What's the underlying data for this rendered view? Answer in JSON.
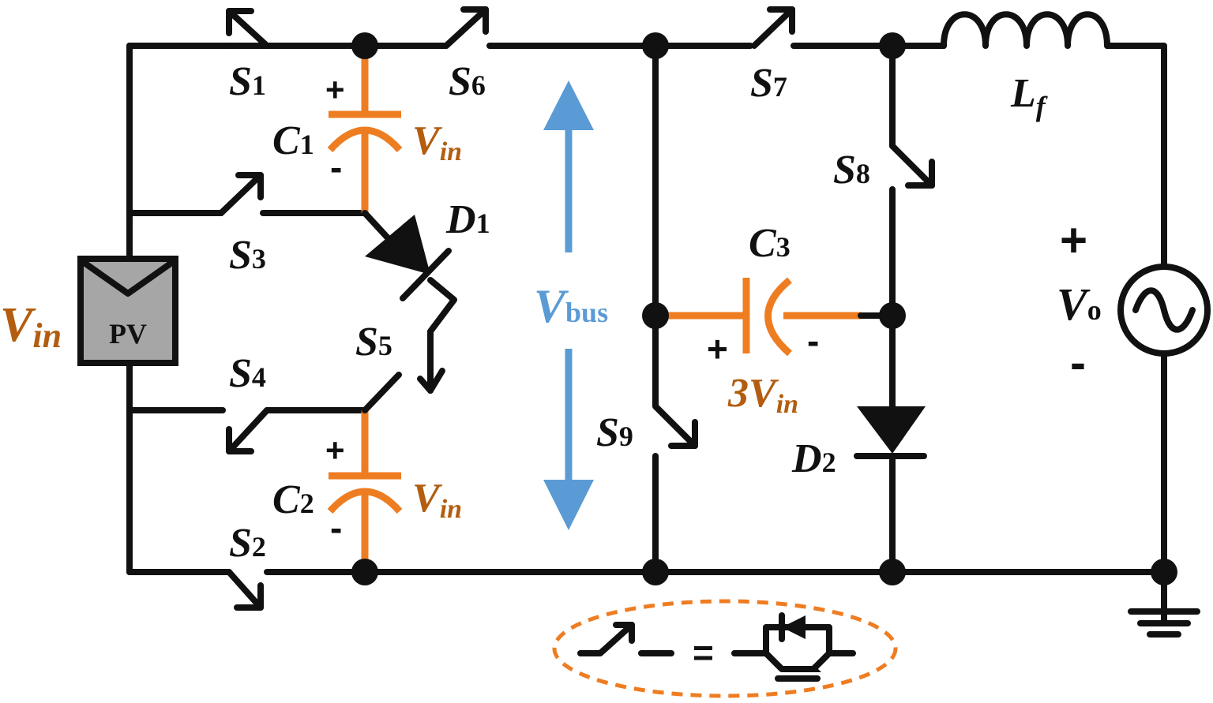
{
  "switches": {
    "s1": {
      "main": "S",
      "sub": "1"
    },
    "s2": {
      "main": "S",
      "sub": "2"
    },
    "s3": {
      "main": "S",
      "sub": "3"
    },
    "s4": {
      "main": "S",
      "sub": "4"
    },
    "s5": {
      "main": "S",
      "sub": "5"
    },
    "s6": {
      "main": "S",
      "sub": "6"
    },
    "s7": {
      "main": "S",
      "sub": "7"
    },
    "s8": {
      "main": "S",
      "sub": "8"
    },
    "s9": {
      "main": "S",
      "sub": "9"
    }
  },
  "capacitors": {
    "c1": {
      "main": "C",
      "sub": "1",
      "voltage_main": "V",
      "voltage_sub": "in",
      "plus": "+",
      "minus": "-"
    },
    "c2": {
      "main": "C",
      "sub": "2",
      "voltage_main": "V",
      "voltage_sub": "in",
      "plus": "+",
      "minus": "-"
    },
    "c3": {
      "main": "C",
      "sub": "3",
      "voltage_prefix": "3",
      "voltage_main": "V",
      "voltage_sub": "in",
      "plus": "+",
      "minus": "-"
    }
  },
  "diodes": {
    "d1": {
      "main": "D",
      "sub": "1"
    },
    "d2": {
      "main": "D",
      "sub": "2"
    }
  },
  "inductor": {
    "main": "L",
    "sub": "f"
  },
  "source": {
    "label_main": "V",
    "label_sub": "in",
    "panel_text": "PV"
  },
  "bus": {
    "main": "V",
    "sub": "bus"
  },
  "output": {
    "main": "V",
    "sub": "o",
    "plus": "+",
    "minus": "-"
  },
  "legend": {
    "equals": "="
  },
  "colors": {
    "wire": "#111111",
    "capacitor": "#ee7d22",
    "voltage_label": "#b25d10",
    "bus_arrow": "#5b9bd5",
    "pv_fill": "#a6a6a6",
    "legend_outline": "#ee7d22"
  }
}
